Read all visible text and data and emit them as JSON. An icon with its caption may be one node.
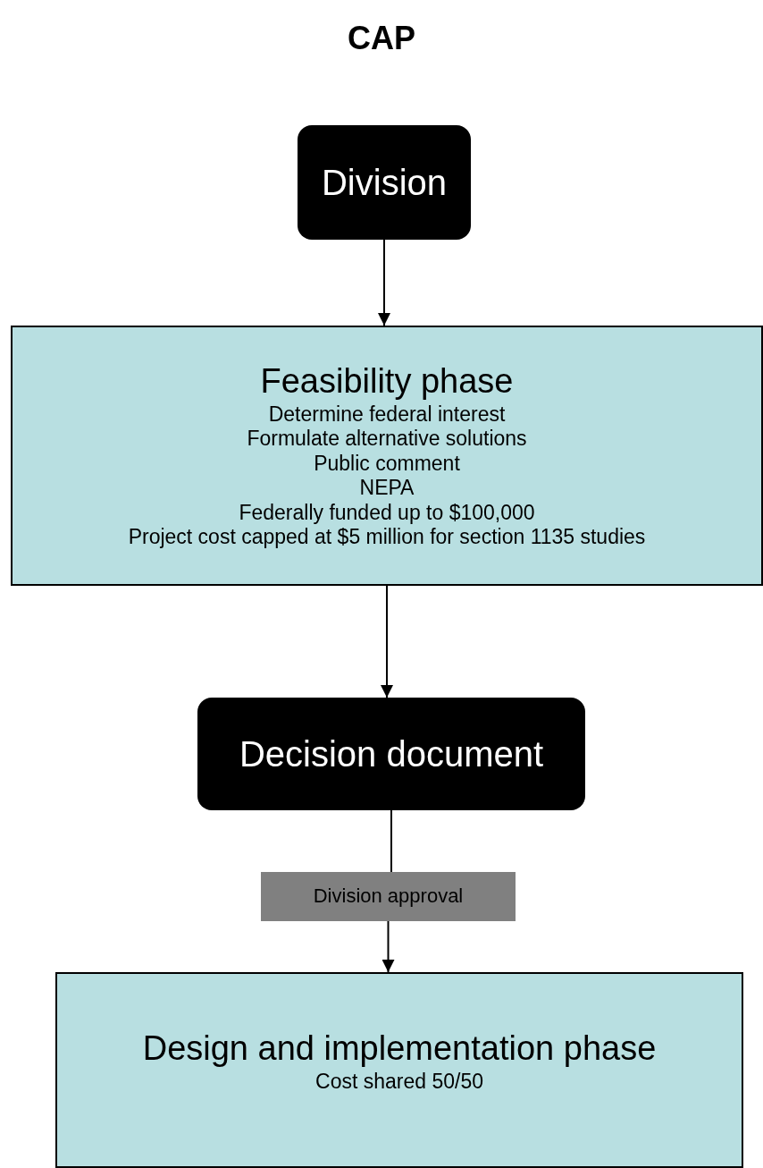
{
  "diagram": {
    "title": "CAP",
    "nodes": [
      {
        "text": [
          "Division"
        ]
      },
      {
        "text": [
          "Feasibility phase",
          "Determine federal interest",
          "Formulate alternative solutions",
          "Public comment",
          "NEPA",
          "Federally funded up to $100,000",
          "Project cost capped at $5 million for section 1135 studies"
        ]
      },
      {
        "text": [
          "Decision document"
        ]
      },
      {
        "text": [
          "Division approval"
        ]
      },
      {
        "text": [
          "Design and implementation phase",
          "Cost shared 50/50"
        ]
      }
    ],
    "edges": [
      {
        "from": 0,
        "to": 1,
        "arrow": "to"
      },
      {
        "from": 1,
        "to": 2,
        "arrow": "to"
      },
      {
        "from": 2,
        "to": 3,
        "arrow": "none"
      },
      {
        "from": 3,
        "to": 4,
        "arrow": "to"
      }
    ]
  }
}
